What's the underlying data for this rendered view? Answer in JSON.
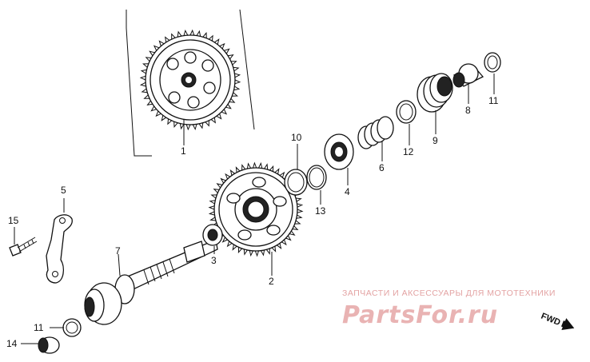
{
  "labels": {
    "p1": "1",
    "p2": "2",
    "p3": "3",
    "p4": "4",
    "p5": "5",
    "p6": "6",
    "p7": "7",
    "p8": "8",
    "p9": "9",
    "p10": "10",
    "p11a": "11",
    "p11b": "11",
    "p12": "12",
    "p13": "13",
    "p14": "14",
    "p15": "15"
  },
  "watermark": {
    "caption": "ЗАПЧАСТИ И АКСЕССУАРЫ ДЛЯ МОТОТЕХНИКИ",
    "brand": "PartsFor.ru"
  },
  "direction": {
    "text": "FWD"
  },
  "colors": {
    "ink": "#111111",
    "watermark": "#e3a3a3"
  }
}
